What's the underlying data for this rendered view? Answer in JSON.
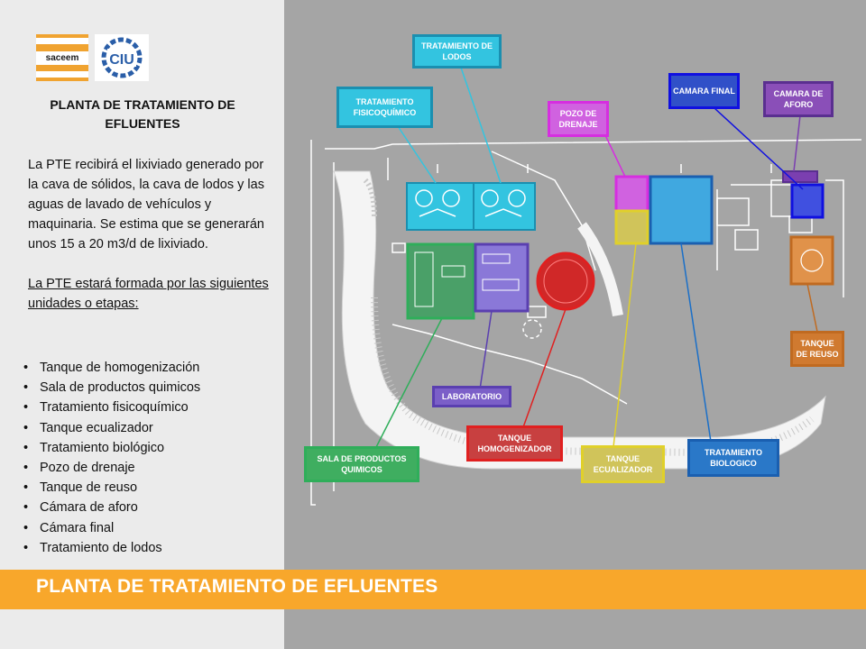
{
  "logos": {
    "saceem_text": "saceem",
    "ciu_text": "CIU"
  },
  "left_panel": {
    "title": "PLANTA DE TRATAMIENTO DE EFLUENTES",
    "paragraph": "La PTE recibirá el lixiviado generado por la cava de sólidos, la cava de lodos y las aguas de lavado de vehículos y maquinaria. Se estima que se generarán unos 15 a 20 m3/d de lixiviado.",
    "units_intro": "La PTE estará formada por las siguientes unidades o etapas:",
    "units": [
      "Tanque de homogenización",
      "Sala de productos quimicos",
      "Tratamiento fisicoquímico",
      "Tanque ecualizador",
      "Tratamiento biológico",
      "Pozo de drenaje",
      "Tanque de reuso",
      "Cámara de aforo",
      "Cámara final",
      "Tratamiento de lodos"
    ]
  },
  "banner": {
    "title": "PLANTA DE TRATAMIENTO DE EFLUENTES"
  },
  "labels": {
    "tratamiento_lodos": "TRATAMIENTO DE LODOS",
    "tratamiento_fisicoquimico": "TRATAMIENTO FISICOQUÍMICO",
    "pozo_drenaje": "POZO DE DRENAJE",
    "camara_final": "CAMARA FINAL",
    "camara_aforo": "CAMARA DE AFORO",
    "tanque_reuso": "TANQUE DE REUSO",
    "laboratorio": "LABORATORIO",
    "tanque_homogenizador": "TANQUE HOMOGENIZADOR",
    "sala_productos": "SALA DE PRODUCTOS QUIMICOS",
    "tanque_ecualizador": "TANQUE ECUALIZADOR",
    "tratamiento_biologico": "TRATAMIENTO BIOLOGICO"
  },
  "colors": {
    "banner": "#f8a72b",
    "fisicoquimico": "#33c4e0",
    "lodos": "#33c4e0",
    "pozo": "#d62ee0",
    "camara_final": "#1010e0",
    "camara_aforo": "#7b3fb0",
    "reuso": "#e07b2a",
    "laboratorio": "#7b4fc8",
    "homogenizador": "#e02020",
    "sala": "#2fae5a",
    "ecualizador": "#e0d02a",
    "biologico": "#1a6fc8"
  }
}
